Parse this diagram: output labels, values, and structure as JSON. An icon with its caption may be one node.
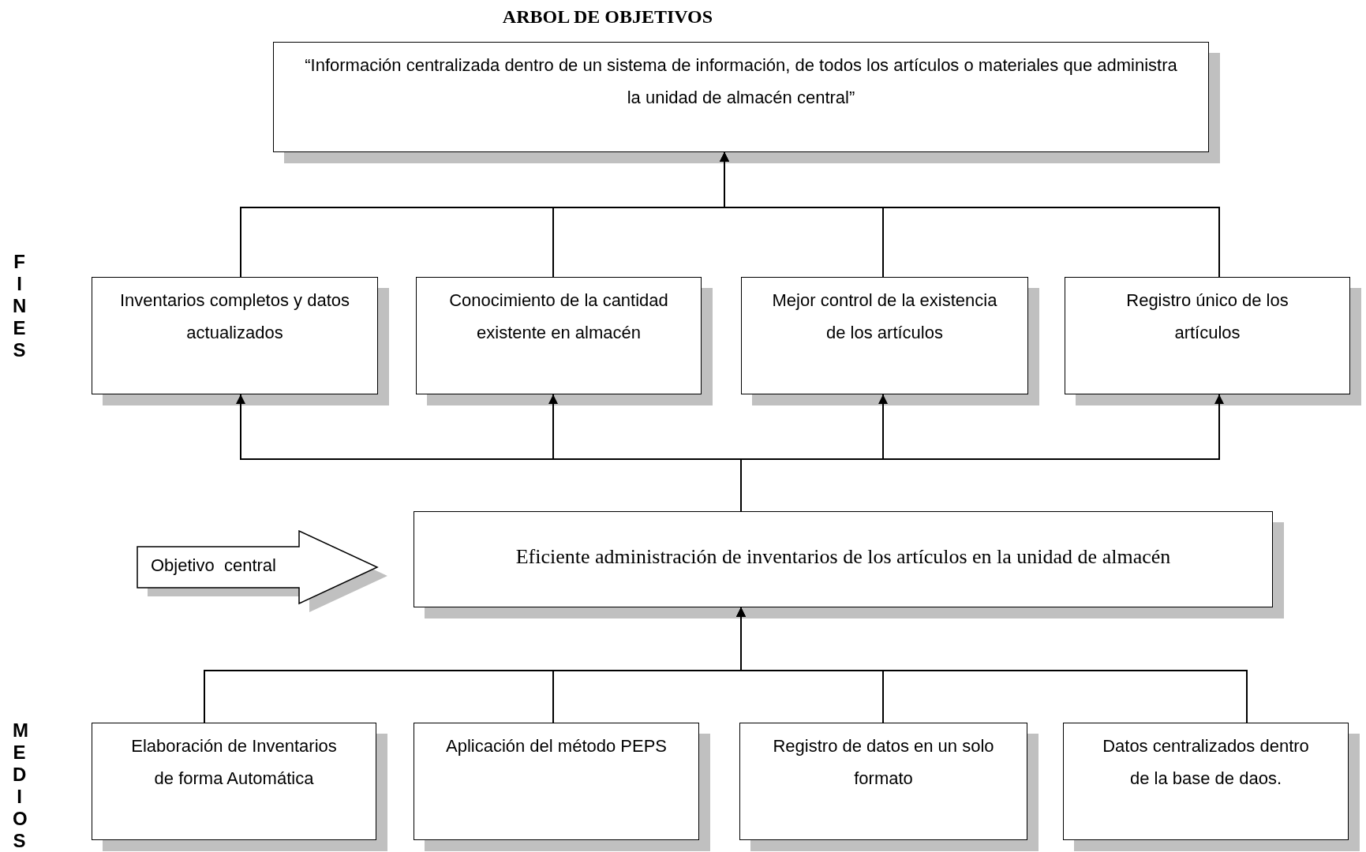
{
  "diagram": {
    "title": "ARBOL DE OBJETIVOS",
    "nodes": [
      {
        "text": [
          "“Información centralizada dentro de un sistema de información, de todos los artículos o materiales que administra la unidad de almacén central”"
        ]
      },
      {
        "text": [
          "Inventarios completos y datos actualizados"
        ]
      },
      {
        "text": [
          "Conocimiento de la cantidad existente en almacén"
        ]
      },
      {
        "text": [
          "Mejor control de la existencia de los artículos"
        ]
      },
      {
        "text": [
          "Registro único de los artículos"
        ]
      },
      {
        "text": [
          "Eficiente administración de inventarios de los artículos en la unidad de almacén"
        ]
      },
      {
        "text": [
          "Objetivo  central"
        ]
      },
      {
        "text": [
          "Elaboración de Inventarios de forma Automática"
        ]
      },
      {
        "text": [
          "Aplicación del método PEPS"
        ]
      },
      {
        "text": [
          "Registro de datos en un solo formato"
        ]
      },
      {
        "text": [
          "Datos centralizados dentro de la base de daos."
        ]
      }
    ],
    "edges": [
      {
        "from": 1,
        "to": 0,
        "arrow": "to"
      },
      {
        "from": 2,
        "to": 0,
        "arrow": "to"
      },
      {
        "from": 3,
        "to": 0,
        "arrow": "to"
      },
      {
        "from": 4,
        "to": 0,
        "arrow": "to"
      },
      {
        "from": 5,
        "to": 1,
        "arrow": "to"
      },
      {
        "from": 5,
        "to": 2,
        "arrow": "to"
      },
      {
        "from": 5,
        "to": 3,
        "arrow": "to"
      },
      {
        "from": 5,
        "to": 4,
        "arrow": "to"
      },
      {
        "from": 7,
        "to": 5,
        "arrow": "to"
      },
      {
        "from": 8,
        "to": 5,
        "arrow": "to"
      },
      {
        "from": 9,
        "to": 5,
        "arrow": "to"
      },
      {
        "from": 10,
        "to": 5,
        "arrow": "to"
      }
    ],
    "labels": [
      "FINES",
      "MEDIOS"
    ]
  }
}
